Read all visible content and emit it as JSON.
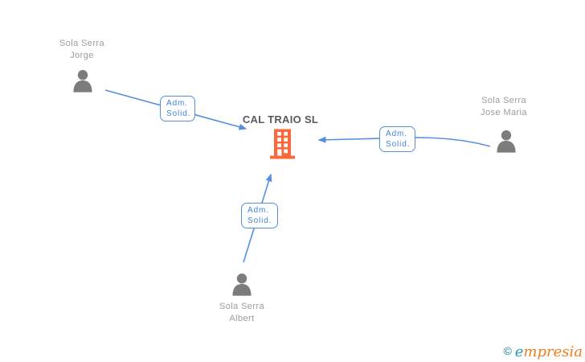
{
  "company": {
    "name": "CAL TRAIO SL"
  },
  "persons": {
    "jorge": {
      "line1": "Sola Serra",
      "line2": "Jorge"
    },
    "jose_maria": {
      "line1": "Sola Serra",
      "line2": "Jose Maria"
    },
    "albert": {
      "line1": "Sola Serra",
      "line2": "Albert"
    }
  },
  "relations": {
    "jorge": {
      "line1": "Adm.",
      "line2": "Solid."
    },
    "jose_maria": {
      "line1": "Adm.",
      "line2": "Solid."
    },
    "albert": {
      "line1": "Adm.",
      "line2": "Solid."
    }
  },
  "footer": {
    "copyright_symbol": "©",
    "brand_first_letter": "e",
    "brand_rest": "mpresia"
  },
  "colors": {
    "line_blue": "#5590e0",
    "relation_text_blue": "#4285d6",
    "person_gray": "#7c7c7c",
    "name_gray": "#9d9d9d",
    "company_text_gray": "#58595b",
    "building_orange": "#fa693c",
    "logo_teal": "#1b7f98",
    "logo_blue": "#2596be",
    "logo_orange": "#ef7d1e"
  }
}
